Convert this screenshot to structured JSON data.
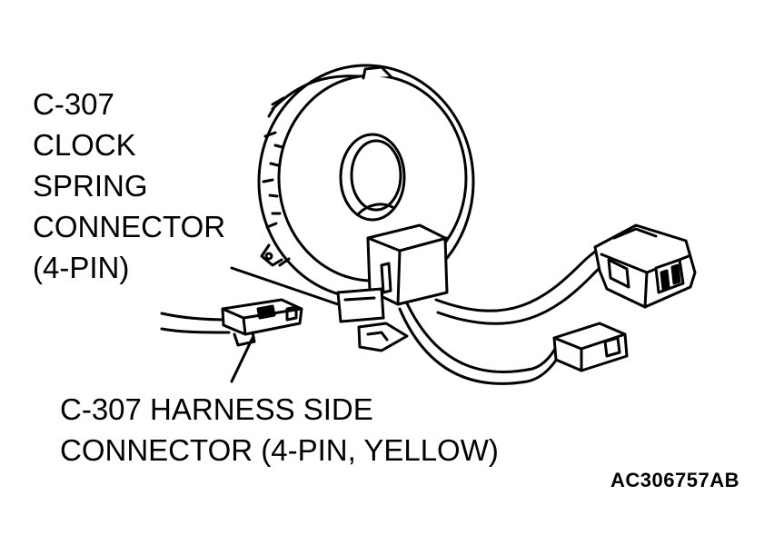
{
  "labels": {
    "clock_spring": [
      "C-307",
      "CLOCK",
      "SPRING",
      "CONNECTOR",
      "(4-PIN)"
    ],
    "harness_side": [
      "C-307 HARNESS SIDE",
      "CONNECTOR (4-PIN, YELLOW)"
    ],
    "reference_code": "AC306757AB"
  },
  "colors": {
    "ink": "#000000",
    "paper": "#ffffff"
  }
}
